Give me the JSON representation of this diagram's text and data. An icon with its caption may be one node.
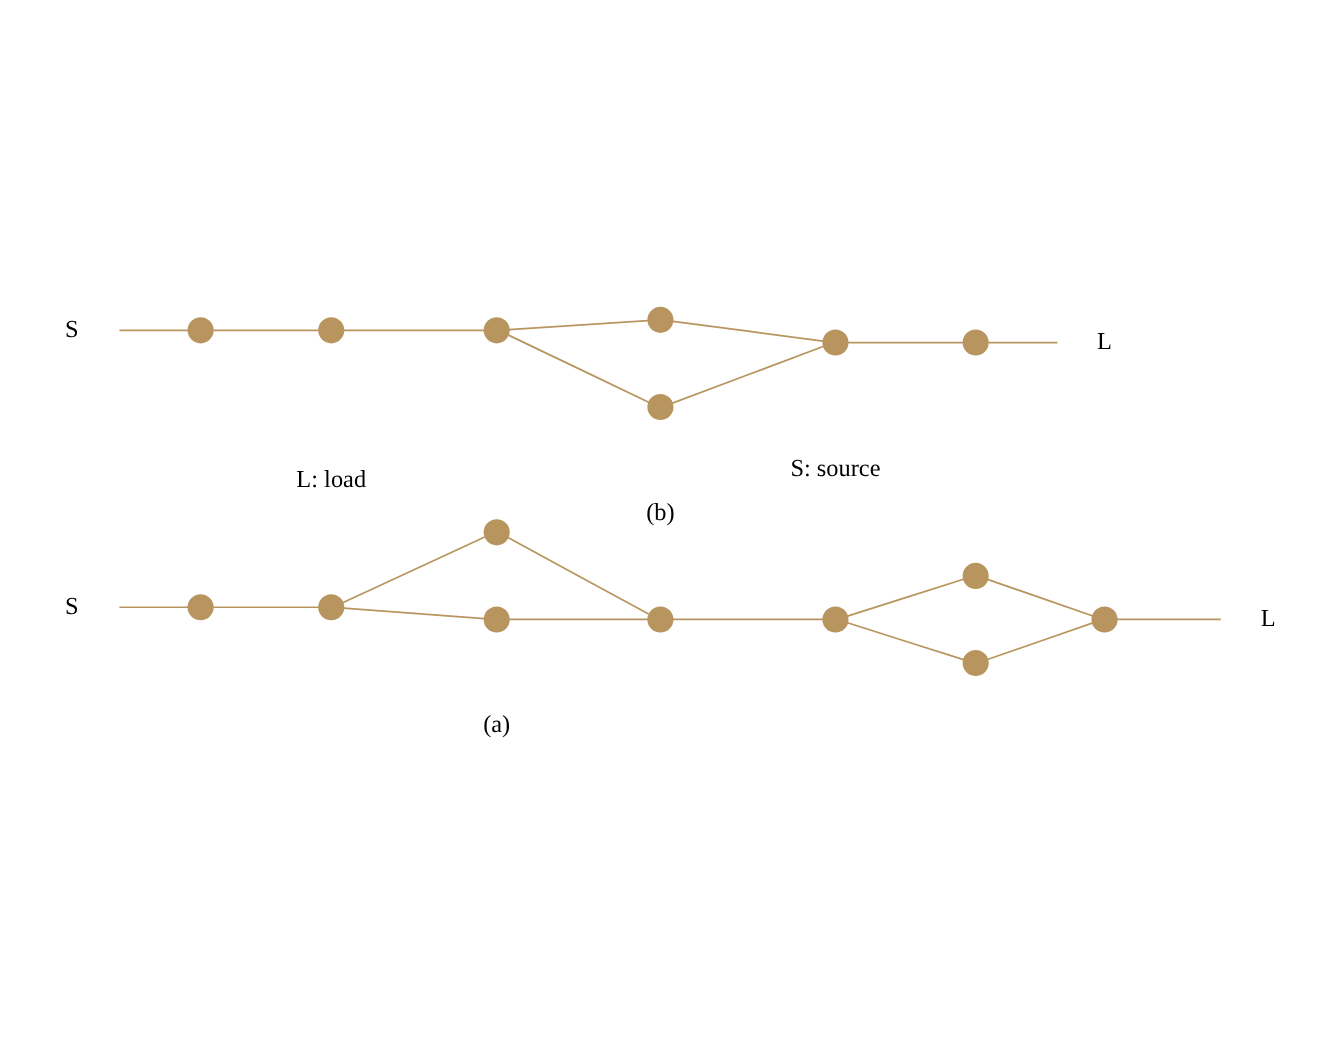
{
  "diagram": {
    "nodes": [
      {
        "text": [
          "S"
        ]
      },
      {
        "text": [],
        "shape": "circle"
      },
      {
        "text": [],
        "shape": "circle"
      },
      {
        "text": [],
        "shape": "circle"
      },
      {
        "text": [],
        "shape": "circle"
      },
      {
        "text": [],
        "shape": "circle"
      },
      {
        "text": [],
        "shape": "circle"
      },
      {
        "text": [],
        "shape": "circle"
      },
      {
        "text": [],
        "shape": "circle"
      },
      {
        "text": [],
        "shape": "circle"
      },
      {
        "text": [
          "L"
        ]
      },
      {
        "text": [
          "S"
        ]
      },
      {
        "text": [],
        "shape": "circle"
      },
      {
        "text": [],
        "shape": "circle"
      },
      {
        "text": [],
        "shape": "circle"
      },
      {
        "text": [],
        "shape": "circle"
      },
      {
        "text": [],
        "shape": "circle"
      },
      {
        "text": [],
        "shape": "circle"
      },
      {
        "text": [],
        "shape": "circle"
      },
      {
        "text": [
          "L"
        ]
      }
    ],
    "edges": [
      {
        "from": 0,
        "to": 1,
        "arrow": "none"
      },
      {
        "from": 1,
        "to": 2,
        "arrow": "none"
      },
      {
        "from": 2,
        "to": 3,
        "arrow": "none"
      },
      {
        "from": 2,
        "to": 4,
        "arrow": "none"
      },
      {
        "from": 3,
        "to": 5,
        "arrow": "none"
      },
      {
        "from": 4,
        "to": 5,
        "arrow": "none"
      },
      {
        "from": 5,
        "to": 6,
        "arrow": "none"
      },
      {
        "from": 6,
        "to": 7,
        "arrow": "none"
      },
      {
        "from": 6,
        "to": 8,
        "arrow": "none"
      },
      {
        "from": 7,
        "to": 9,
        "arrow": "none"
      },
      {
        "from": 8,
        "to": 9,
        "arrow": "none"
      },
      {
        "from": 9,
        "to": 10,
        "arrow": "none"
      },
      {
        "from": 11,
        "to": 12,
        "arrow": "none"
      },
      {
        "from": 12,
        "to": 13,
        "arrow": "none"
      },
      {
        "from": 13,
        "to": 14,
        "arrow": "none"
      },
      {
        "from": 14,
        "to": 15,
        "arrow": "none"
      },
      {
        "from": 14,
        "to": 16,
        "arrow": "none"
      },
      {
        "from": 15,
        "to": 17,
        "arrow": "none"
      },
      {
        "from": 16,
        "to": 17,
        "arrow": "none"
      },
      {
        "from": 17,
        "to": 18,
        "arrow": "none"
      },
      {
        "from": 18,
        "to": 19,
        "arrow": "none"
      }
    ],
    "labels": [
      "(a)",
      "(b)",
      "L: load",
      "S: source"
    ]
  }
}
